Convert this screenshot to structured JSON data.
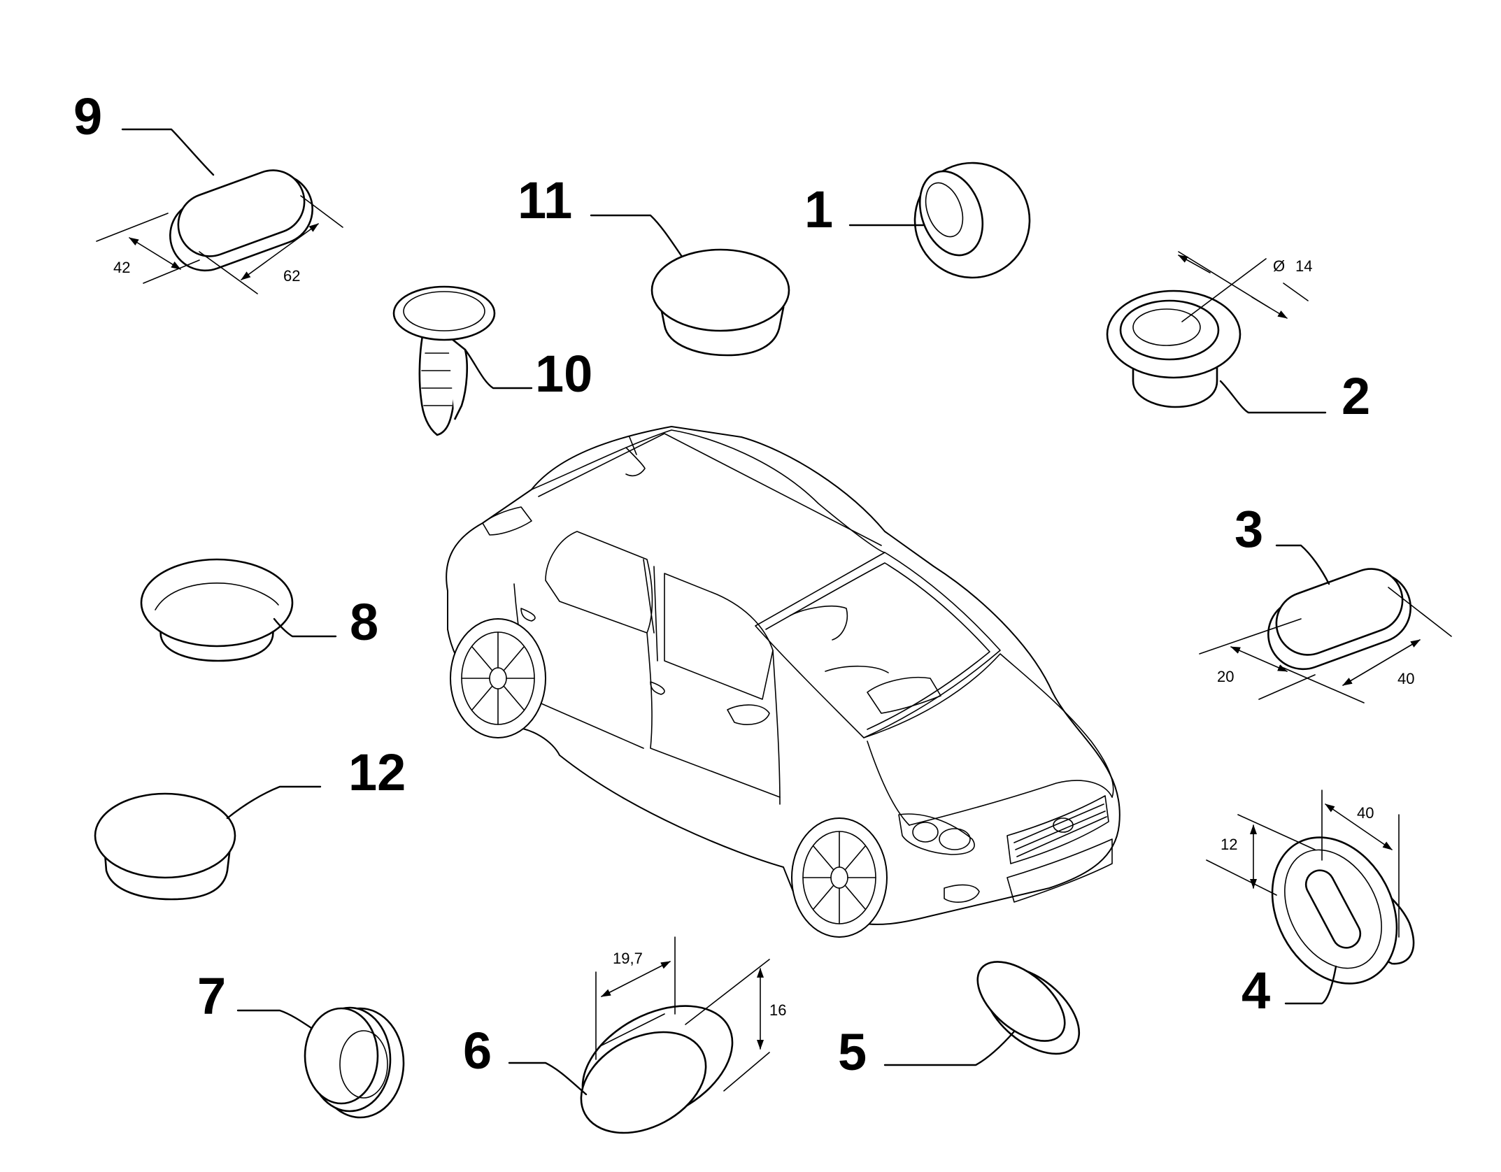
{
  "callouts": {
    "c1": "1",
    "c2": "2",
    "c3": "3",
    "c4": "4",
    "c5": "5",
    "c6": "6",
    "c7": "7",
    "c8": "8",
    "c9": "9",
    "c10": "10",
    "c11": "11",
    "c12": "12"
  },
  "dimensions": {
    "p9_width": "42",
    "p9_length": "62",
    "p2_diameter": "14",
    "p3_width": "20",
    "p3_length": "40",
    "p4_height": "12",
    "p4_length": "40",
    "p6_length": "19,7",
    "p6_height": "16"
  },
  "symbols": {
    "diameter": "Ø"
  },
  "icons": {
    "p1": "round-plug-flat-icon",
    "p2": "round-plug-hollow-icon",
    "p3": "oval-plug-icon",
    "p4": "slotted-oval-grommet-icon",
    "p5": "oval-cap-icon",
    "p6": "oval-cap-icon",
    "p7": "ring-grommet-icon",
    "p8": "round-cap-icon",
    "p9": "oval-plug-icon",
    "p10": "push-rivet-clip-icon",
    "p11": "round-cap-icon",
    "p12": "round-cap-icon",
    "vehicle": "hatchback-car-icon"
  },
  "colors": {
    "line": "#000000",
    "background": "#ffffff"
  }
}
